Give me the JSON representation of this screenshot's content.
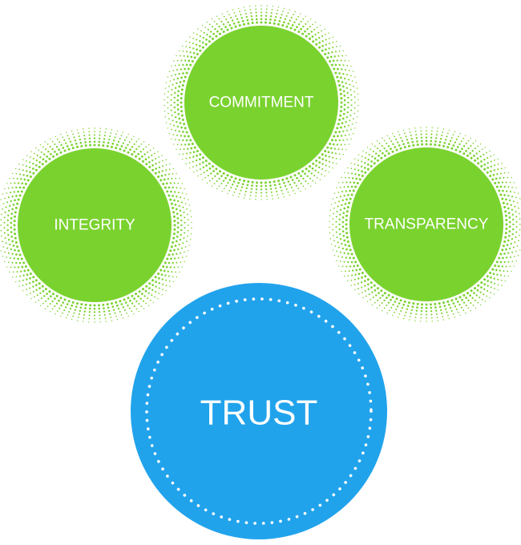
{
  "diagram": {
    "colors": {
      "green": "#7ad22f",
      "blue": "#21a3ec",
      "dot_white": "#ffffff",
      "background": "#ffffff"
    },
    "values": [
      {
        "id": "commitment",
        "label": "COMMITMENT"
      },
      {
        "id": "integrity",
        "label": "INTEGRITY"
      },
      {
        "id": "transparency",
        "label": "TRANSPARENCY"
      }
    ],
    "core": {
      "id": "trust",
      "label": "TRUST"
    }
  }
}
